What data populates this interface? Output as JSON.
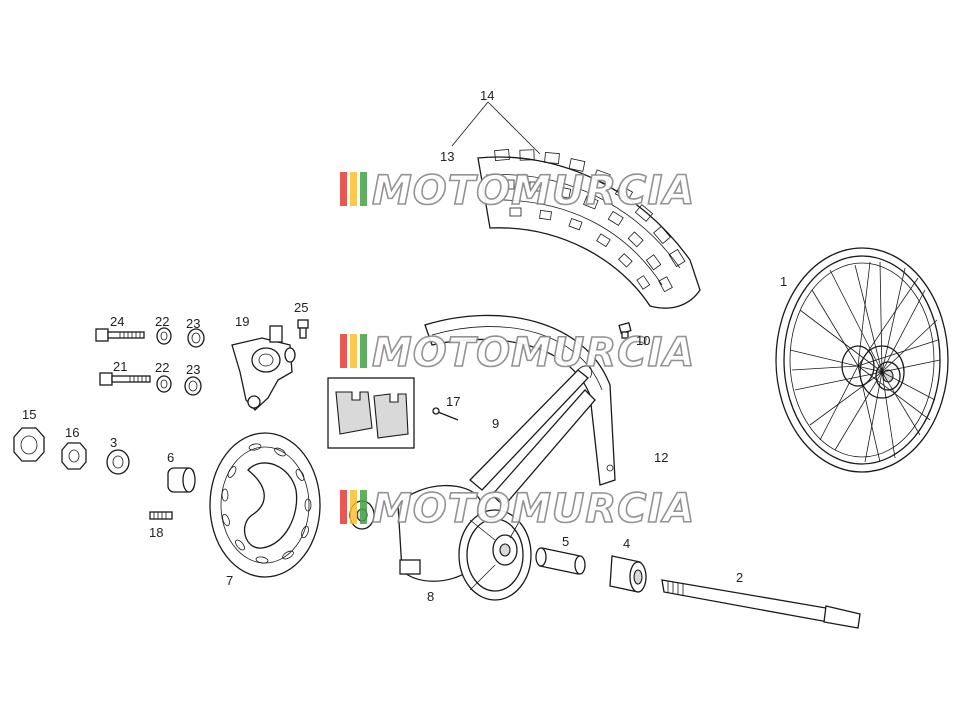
{
  "diagram": {
    "labels": [
      {
        "id": "1",
        "text": "1"
      },
      {
        "id": "2",
        "text": "2"
      },
      {
        "id": "3",
        "text": "3"
      },
      {
        "id": "4",
        "text": "4"
      },
      {
        "id": "5",
        "text": "5"
      },
      {
        "id": "6",
        "text": "6"
      },
      {
        "id": "7",
        "text": "7"
      },
      {
        "id": "8",
        "text": "8"
      },
      {
        "id": "9",
        "text": "9"
      },
      {
        "id": "10",
        "text": "10"
      },
      {
        "id": "12",
        "text": "12"
      },
      {
        "id": "13",
        "text": "13"
      },
      {
        "id": "14",
        "text": "14"
      },
      {
        "id": "15",
        "text": "15"
      },
      {
        "id": "16",
        "text": "16"
      },
      {
        "id": "17",
        "text": "17"
      },
      {
        "id": "18",
        "text": "18"
      },
      {
        "id": "19",
        "text": "19"
      },
      {
        "id": "21",
        "text": "21"
      },
      {
        "id": "22a",
        "text": "22"
      },
      {
        "id": "22b",
        "text": "22"
      },
      {
        "id": "23a",
        "text": "23"
      },
      {
        "id": "23b",
        "text": "23"
      },
      {
        "id": "24",
        "text": "24"
      },
      {
        "id": "25",
        "text": "25"
      }
    ]
  },
  "watermark": {
    "text": "MOTOMURCIA",
    "stripe_colors": [
      "#e53935",
      "#fbc02d",
      "#43a047"
    ]
  }
}
